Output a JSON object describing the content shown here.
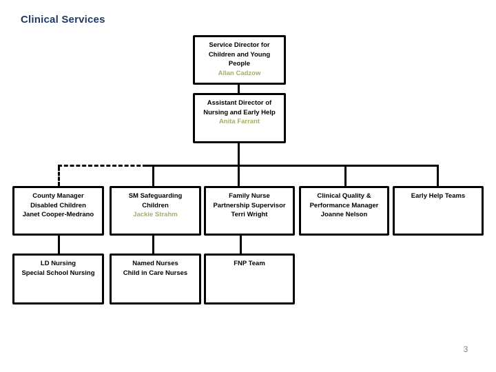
{
  "slide": {
    "title": "Clinical Services",
    "page_number": "3"
  },
  "colors": {
    "title": "#1f3864",
    "name_highlight": "#a3ae6b",
    "box_border": "#000000",
    "page_number": "#7f7f7f"
  },
  "org": {
    "service_director": {
      "line1": "Service Director for",
      "line2": "Children and Young",
      "line3": "People",
      "name": "Allan Cadzow"
    },
    "assistant_director": {
      "line1": "Assistant Director of",
      "line2": "Nursing and Early Help",
      "name": "Anita Farrant"
    },
    "county_manager": {
      "line1": "County Manager",
      "line2": "Disabled Children",
      "name": "Janet Cooper-Medrano"
    },
    "sm_safeguarding": {
      "line1": "SM Safeguarding",
      "line2": "Children",
      "name": "Jackie Strahm"
    },
    "family_nurse": {
      "line1": "Family Nurse",
      "line2": "Partnership Supervisor",
      "name": "Terri Wright"
    },
    "clinical_quality": {
      "line1": "Clinical Quality &",
      "line2": "Performance Manager",
      "name": "Joanne Nelson"
    },
    "early_help": {
      "line1": "Early Help Teams"
    },
    "ld_nursing": {
      "line1": "LD Nursing",
      "line2": "Special School Nursing"
    },
    "named_nurses": {
      "line1": "Named Nurses",
      "line2": "Child in Care Nurses"
    },
    "fnp_team": {
      "line1": "FNP Team"
    }
  }
}
